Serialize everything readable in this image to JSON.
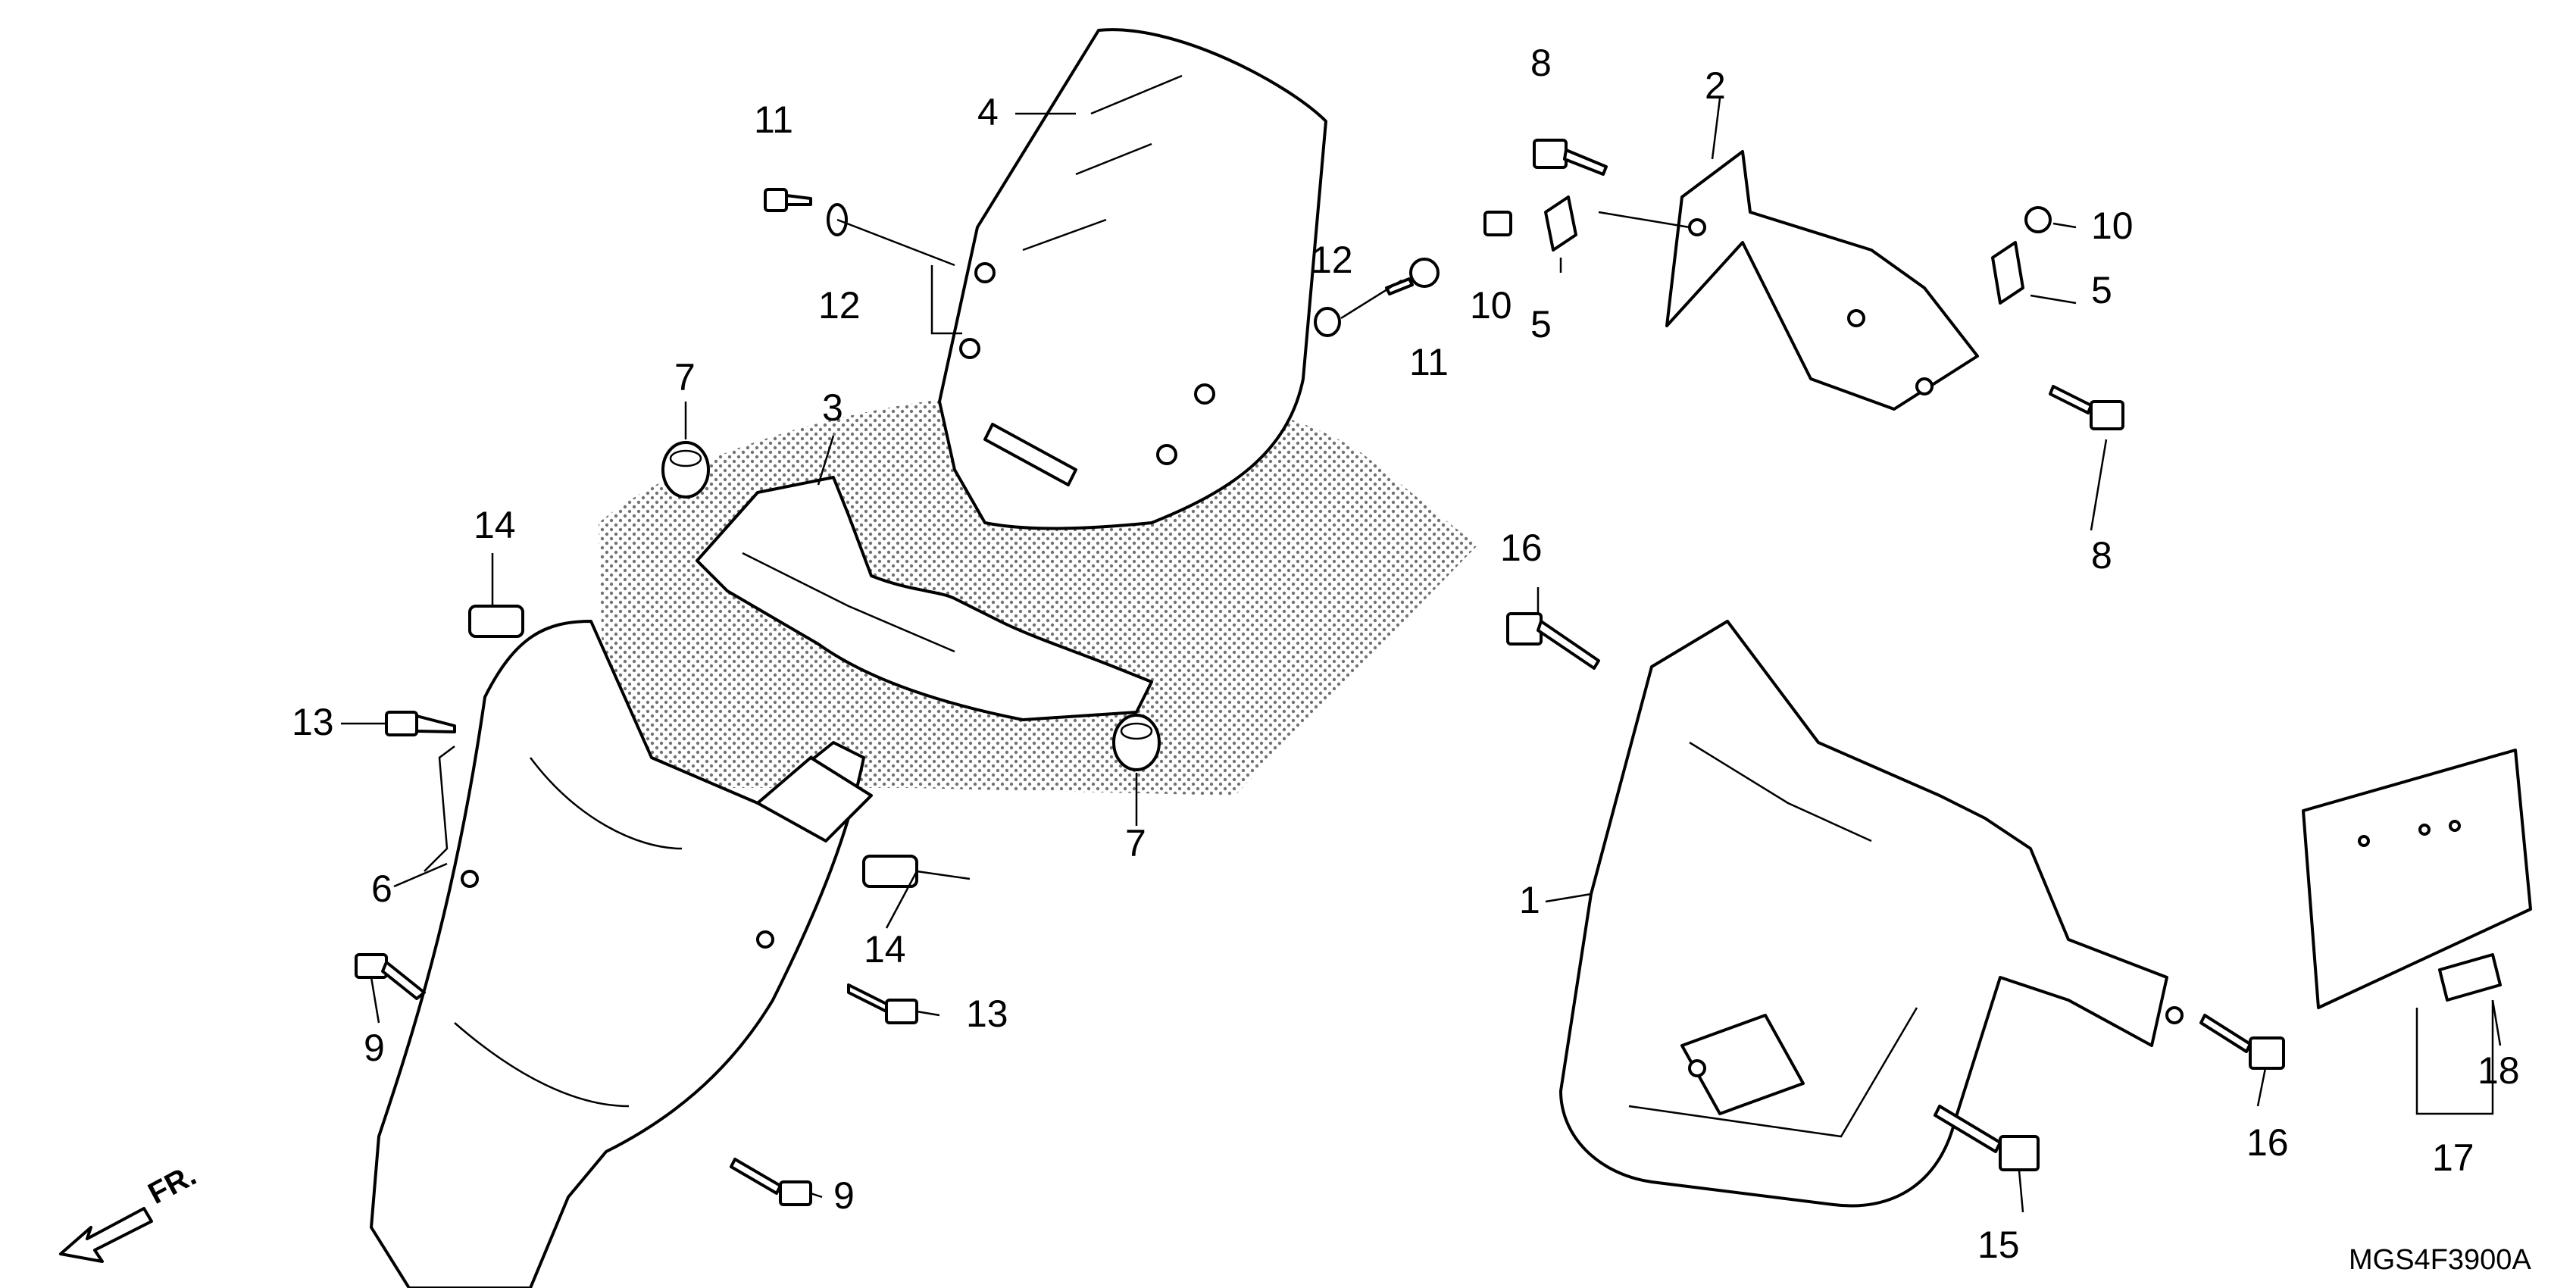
{
  "diagram": {
    "code": "MGS4F3900A",
    "direction": "FR.",
    "callouts": {
      "c1": "1",
      "c2": "2",
      "c3": "3",
      "c4": "4",
      "c5a": "5",
      "c5b": "5",
      "c6": "6",
      "c7a": "7",
      "c7b": "7",
      "c8a": "8",
      "c8b": "8",
      "c9a": "9",
      "c9b": "9",
      "c10a": "10",
      "c10b": "10",
      "c11a": "11",
      "c11b": "11",
      "c12a": "12",
      "c12b": "12",
      "c13a": "13",
      "c13b": "13",
      "c14a": "14",
      "c14b": "14",
      "c15": "15",
      "c16a": "16",
      "c16b": "16",
      "c17": "17",
      "c18": "18"
    }
  }
}
